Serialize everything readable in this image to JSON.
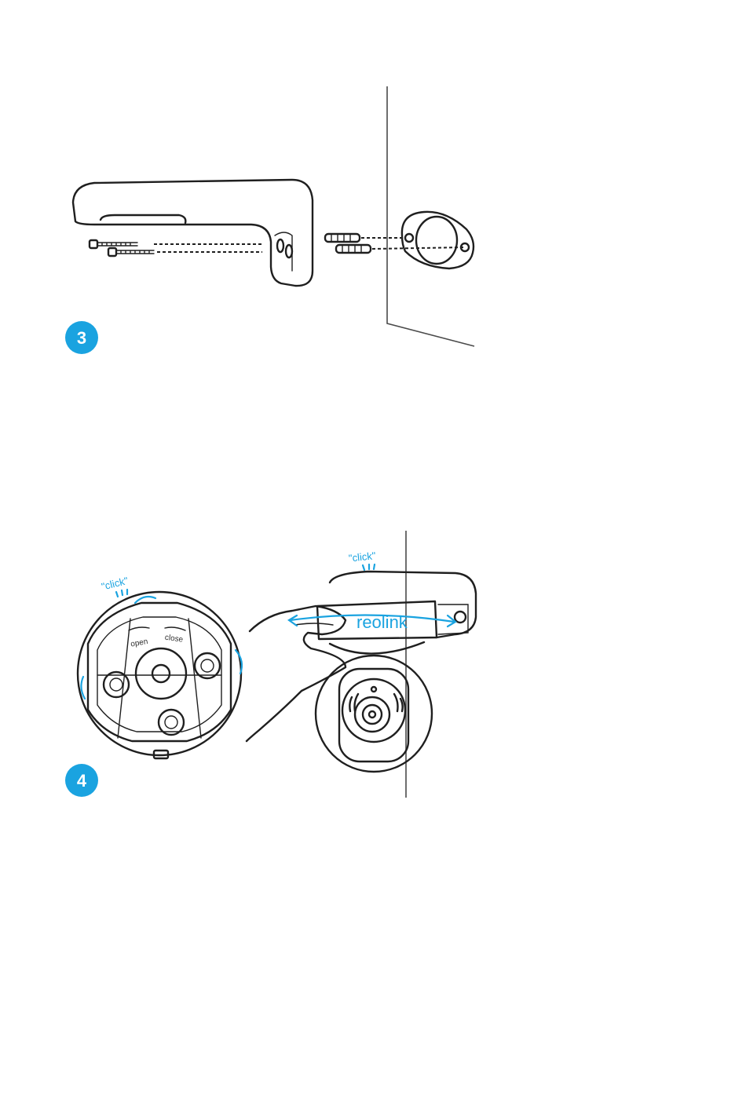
{
  "steps": [
    {
      "number": "3",
      "accent": "#1aa3e0"
    },
    {
      "number": "4",
      "accent": "#1aa3e0"
    }
  ],
  "labels": {
    "click_left": "\"click\"",
    "click_right": "\"click\"",
    "open": "open",
    "close": "close",
    "brand": "reolink"
  }
}
